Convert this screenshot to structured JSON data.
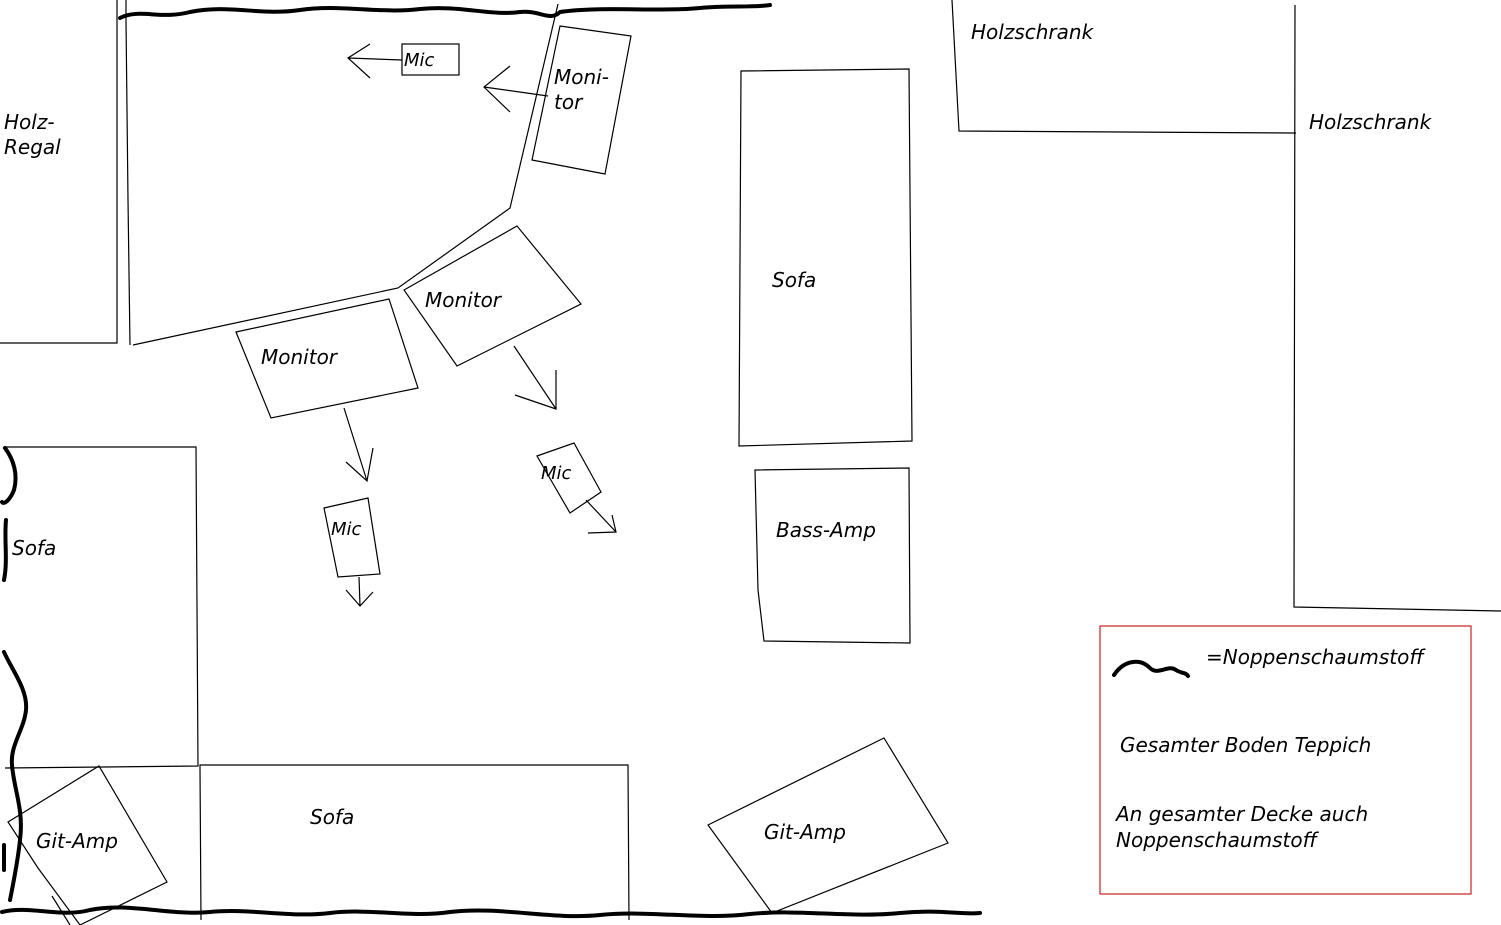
{
  "colors": {
    "ink": "#000000",
    "legend_border": "#cc2222",
    "background": "#ffffff"
  },
  "labels": {
    "holz_regal_line1": "Holz-",
    "holz_regal_line2": "Regal",
    "holzschrank_top": "Holzschrank",
    "holzschrank_right": "Holzschrank",
    "monitor_top_line1": "Moni-",
    "monitor_top_line2": "tor",
    "monitor_center": "Monitor",
    "monitor_left": "Monitor",
    "mic_top": "Mic",
    "mic_center": "Mic",
    "mic_left": "Mic",
    "sofa_right": "Sofa",
    "sofa_left": "Sofa",
    "sofa_bottom": "Sofa",
    "bass_amp": "Bass-Amp",
    "git_amp_left": "Git-Amp",
    "git_amp_right": "Git-Amp"
  },
  "legend": {
    "foam_symbol_label": "=Noppenschaumstoff",
    "floor_note": "Gesamter Boden Teppich",
    "ceiling_note_line1": "An gesamter Decke auch",
    "ceiling_note_line2": "Noppenschaumstoff"
  }
}
